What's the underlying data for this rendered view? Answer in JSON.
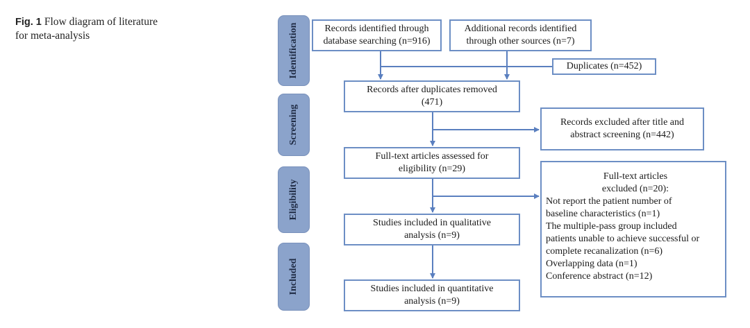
{
  "caption": {
    "label": "Fig. 1",
    "title_line1": "Flow diagram of literature",
    "title_line2": "for meta-analysis"
  },
  "stages": {
    "identification": "Identification",
    "screening": "Screening",
    "eligibility": "Eligibility",
    "included": "Included"
  },
  "boxes": {
    "database_records": [
      "Records identified through",
      "database searching (n=916)"
    ],
    "other_records": [
      "Additional records identified",
      "through other sources (n=7)"
    ],
    "duplicates": [
      "Duplicates (n=452)"
    ],
    "after_duplicates": [
      "Records after duplicates removed",
      "(471)"
    ],
    "excluded_screening": [
      "Records excluded after title and",
      "abstract screening (n=442)"
    ],
    "fulltext_assessed": [
      "Full-text articles assessed for",
      "eligibility (n=29)"
    ],
    "qualitative": [
      "Studies included in qualitative",
      "analysis (n=9)"
    ],
    "quantitative": [
      "Studies included in quantitative",
      "analysis (n=9)"
    ],
    "fulltext_excluded": {
      "heading": [
        "Full-text articles",
        "excluded (n=20):"
      ],
      "reasons": [
        "Not report the patient number of",
        "baseline characteristics (n=1)",
        "The multiple-pass group included",
        "patients unable to achieve successful or",
        "complete recanalization (n=6)",
        "Overlapping data (n=1)",
        "Conference abstract (n=12)"
      ]
    }
  },
  "colors": {
    "box_border": "#6c8ec4",
    "arrow": "#5a7fbf",
    "stage_fill": "#8ba3cb"
  }
}
